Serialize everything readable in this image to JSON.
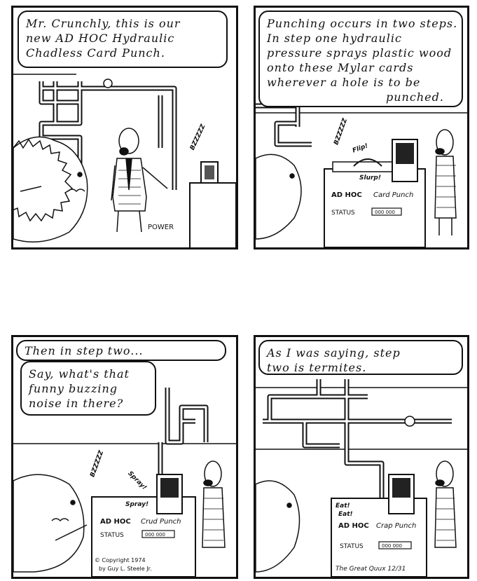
{
  "panels": [
    {
      "dialogue": [
        "Mr. Crunchly, this is our",
        "new AD HOC Hydraulic",
        "Chadless Card Punch."
      ],
      "sfx": "BZZZZZ",
      "machine_label": "POWER"
    },
    {
      "dialogue": [
        "Punching occurs in two steps.",
        "In step one hydraulic",
        "pressure sprays plastic wood",
        "onto these Mylar cards",
        "wherever a hole is to be",
        "punched."
      ],
      "sfx_buzz": "BZZZZZ",
      "sfx_flip": "Flip!",
      "sfx_slurp": "Slurp!",
      "machine_brand": "AD HOC",
      "machine_name": "Card Punch",
      "status_label": "STATUS",
      "status_value": "000 000"
    },
    {
      "dialogue": [
        "Then in step two..."
      ],
      "question": [
        "Say, what's that",
        "funny buzzing",
        "noise in there?"
      ],
      "sfx_buzz": "BZZZZZ",
      "sfx_spray_side": "Spray!",
      "sfx_spray": "Spray!",
      "machine_brand": "AD HOC",
      "machine_name": "Crud Punch",
      "status_label": "STATUS",
      "status_value": "000 000",
      "copyright": [
        "© Copyright 1974",
        "by Guy L. Steele Jr."
      ]
    },
    {
      "dialogue": [
        "As I was saying, step",
        "two is termites."
      ],
      "sfx_eat": [
        "Eat!",
        "Eat!"
      ],
      "machine_brand": "AD HOC",
      "machine_name": "Crap Punch",
      "status_label": "STATUS",
      "status_value": "000 000",
      "signature": "The Great Quux 12/31"
    }
  ]
}
